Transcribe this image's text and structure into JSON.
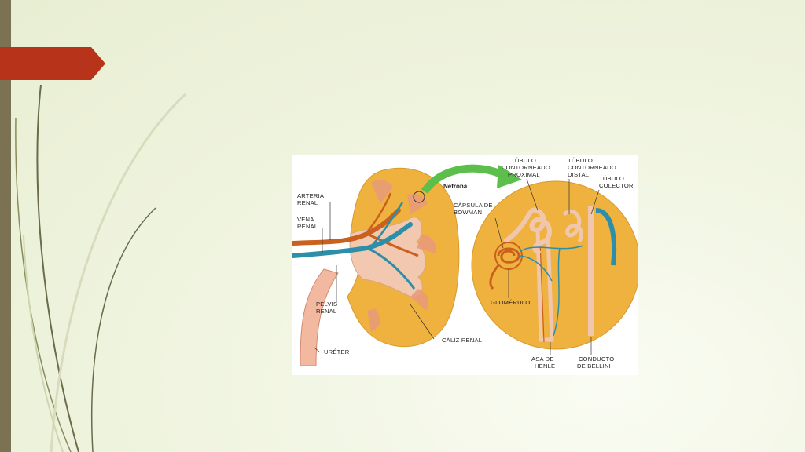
{
  "slide": {
    "colors": {
      "sidebar": "#7a7253",
      "accent_tab": "#b7331a",
      "swoosh": "#6b6a4a",
      "kidney_cortex": "#f0b23e",
      "artery": "#c9601e",
      "vein": "#2c8ea8",
      "pelvis": "#f2c9b0"
    }
  },
  "diagram": {
    "kidney": {
      "labels": {
        "arteria_renal_1": "ARTERIA",
        "arteria_renal_2": "RENAL",
        "vena_renal_1": "VENA",
        "vena_renal_2": "RENAL",
        "pelvis_renal_1": "PELVIS",
        "pelvis_renal_2": "RENAL",
        "ureter": "URÉTER",
        "caliz_renal": "CÁLIZ RENAL"
      }
    },
    "arrow_label": "Nefrona",
    "nephron": {
      "labels": {
        "tubulo_proximal_1": "TÚBULO",
        "tubulo_proximal_2": "CONTORNEADO",
        "tubulo_proximal_3": "PROXIMAL",
        "tubulo_distal_1": "TÚBULO",
        "tubulo_distal_2": "CONTORNEADO",
        "tubulo_distal_3": "DISTAL",
        "tubulo_colector_1": "TÚBULO",
        "tubulo_colector_2": "COLECTOR",
        "capsula_bowman_1": "CÁPSULA DE",
        "capsula_bowman_2": "BOWMAN",
        "glomerulo": "GLOMÉRULO",
        "asa_henle_1": "ASA DE",
        "asa_henle_2": "HENLE",
        "conducto_bellini_1": "CONDUCTO",
        "conducto_bellini_2": "DE BELLINI"
      }
    }
  }
}
